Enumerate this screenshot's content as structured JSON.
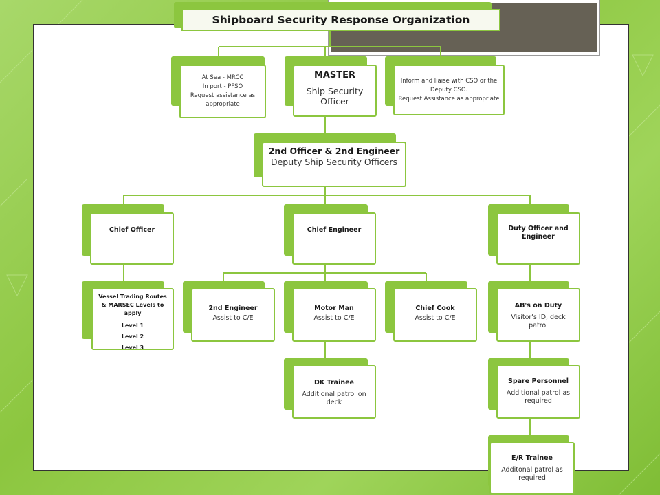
{
  "title": "Shipboard Security Response Organization",
  "nodes": {
    "left_top": {
      "lines": [
        "At Sea - MRCC",
        "In port - PFSO",
        "Request assistance as appropriate"
      ]
    },
    "master": {
      "title": "MASTER",
      "subtitle": "Ship Security Officer"
    },
    "right_top": {
      "lines": [
        "Inform and liaise with CSO or the Deputy CSO.",
        "Request Assistance as appropriate"
      ]
    },
    "deputy": {
      "title": "2nd Officer & 2nd Engineer",
      "subtitle": "Deputy Ship Security Officers"
    },
    "chief_officer": {
      "title": "Chief Officer"
    },
    "chief_engineer": {
      "title": "Chief Engineer"
    },
    "duty_officer": {
      "title": "Duty Officer and Engineer"
    },
    "vessel_trading": {
      "title": "Vessel Trading Routes & MARSEC Levels to apply",
      "levels": [
        "Level 1",
        "Level 2",
        "Level 3"
      ]
    },
    "second_engineer": {
      "title": "2nd Engineer",
      "subtitle": "Assist to C/E"
    },
    "motor_man": {
      "title": "Motor Man",
      "subtitle": "Assist to C/E"
    },
    "chief_cook": {
      "title": "Chief Cook",
      "subtitle": "Assist to C/E"
    },
    "dk_trainee": {
      "title": "DK Trainee",
      "subtitle": "Additional patrol on deck"
    },
    "abs_on_duty": {
      "title": "AB's on Duty",
      "subtitle": "Visitor's ID, deck patrol"
    },
    "spare_personnel": {
      "title": "Spare Personnel",
      "subtitle": "Additional patrol as required"
    },
    "er_trainee": {
      "title": "E/R Trainee",
      "subtitle": "Additonal patrol as required"
    }
  },
  "colors": {
    "accent": "#8cc63f",
    "gray_block": "#666155",
    "background": "#9fd45a"
  }
}
